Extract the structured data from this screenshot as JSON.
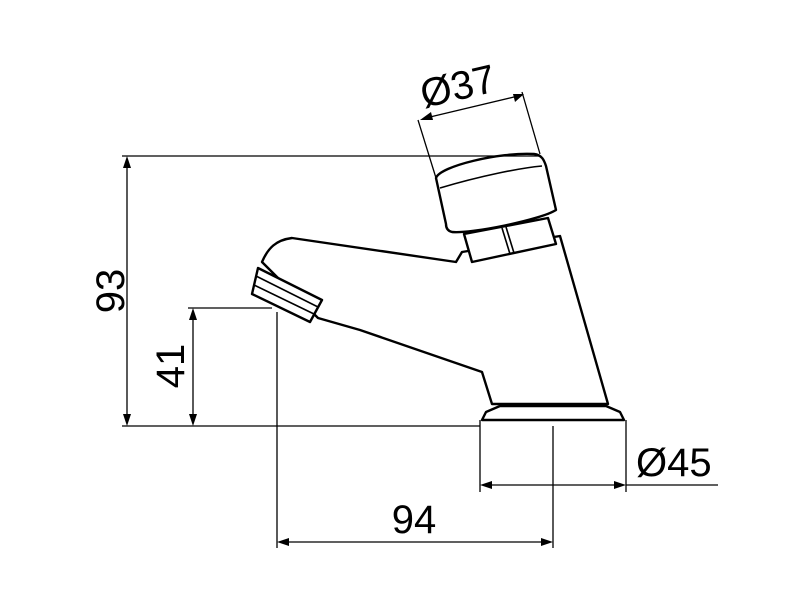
{
  "dimensions": {
    "total_height": "93",
    "spout_height": "41",
    "reach": "94",
    "button_diameter": "Ø37",
    "base_diameter": "Ø45"
  },
  "colors": {
    "line": "#000000",
    "background": "#ffffff"
  }
}
